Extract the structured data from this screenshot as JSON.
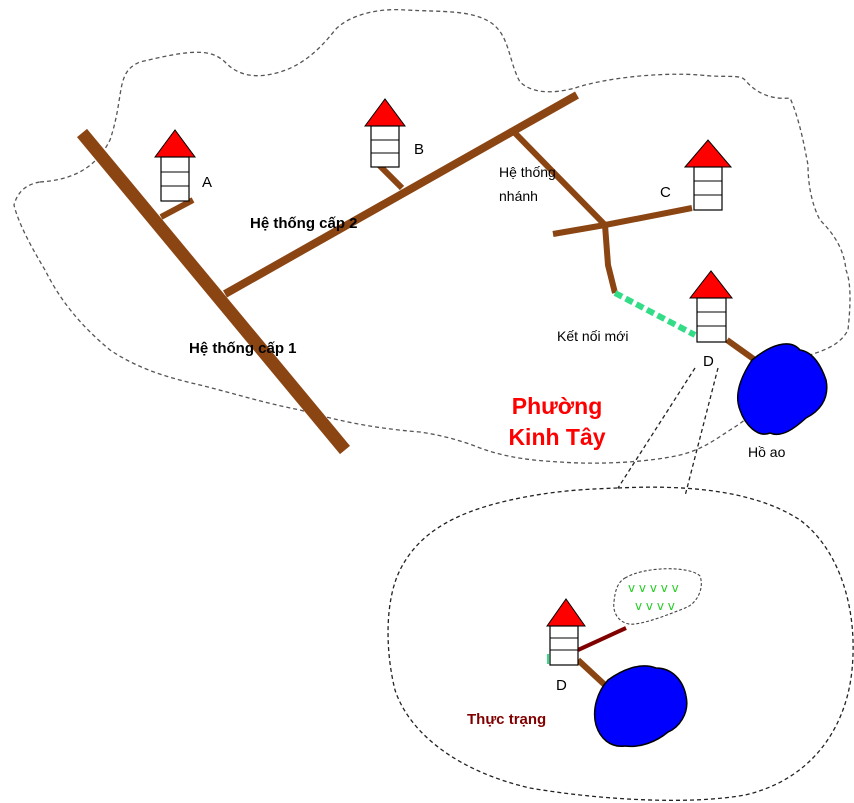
{
  "labels": {
    "house_a": "A",
    "house_b": "B",
    "house_c": "C",
    "house_d": "D",
    "house_d_inset": "D",
    "system_level_1": "Hệ thống cấp 1",
    "system_level_2": "Hệ thống cấp 2",
    "branch_line1": "Hệ thống",
    "branch_line2": "nhánh",
    "new_connection": "Kết nối mới",
    "ward_line1": "Phường",
    "ward_line2": "Kinh Tây",
    "pond": "Hồ ao",
    "current_state": "Thực trạng"
  },
  "colors": {
    "pipe": "#8b4513",
    "roof": "#ff0000",
    "pond": "#0000ff",
    "new_connection": "#33dd88",
    "ward_text": "#ff0000",
    "current_state_text": "#800000",
    "grass": "#22cc22",
    "boundary": "#555555"
  }
}
